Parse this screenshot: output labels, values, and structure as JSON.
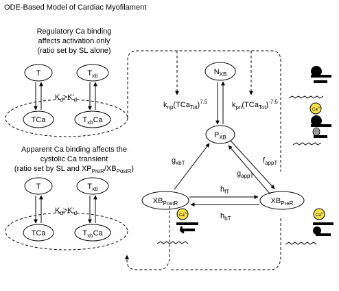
{
  "title": "ODE-Based Model of Cardiac Myofilament",
  "top_panel": {
    "caption_lines": [
      "Regulatory Ca binding",
      "affects activation only",
      "(ratio set by SL alone)"
    ],
    "states": {
      "T": "T",
      "Txb_main": "T",
      "Txb_sub": "xb",
      "TCa": "TCa",
      "TxbCa_main": "T",
      "TxbCa_sub": "xb",
      "TxbCa_end": "Ca"
    },
    "kd": {
      "k": "K",
      "sub": "d",
      "rel": ">K'",
      "sub2": "d"
    }
  },
  "bottom_panel": {
    "caption_line1": "Apparent Ca binding affects the",
    "caption_line2": "cystolic Ca transient",
    "caption_line3": {
      "a": "(ratio set by SL and XP",
      "b": "PreR",
      "c": "/XB",
      "d": "PostR",
      "e": ")"
    },
    "states": {
      "T": "T",
      "Txb_main": "T",
      "Txb_sub": "xb",
      "TCa": "TCa",
      "TxbCa_main": "T",
      "TxbCa_sub": "xb",
      "TxbCa_end": "Ca"
    },
    "kd": {
      "k": "K",
      "sub": "d",
      "rel": ">K'",
      "sub2": "d"
    }
  },
  "cycle": {
    "N": {
      "main": "N",
      "sub": "XB"
    },
    "P": {
      "main": "P",
      "sub": "XB"
    },
    "PostR": {
      "main": "XB",
      "sub": "PostR"
    },
    "PreR": {
      "main": "XB",
      "sub": "PreR"
    },
    "knp": {
      "k": "k",
      "ks": "np",
      "a": "(TCa",
      "as": "Tot",
      "b": ")",
      "exp": "7.5"
    },
    "kpn": {
      "k": "k",
      "ks": "pn",
      "a": "(TCa",
      "as": "Tot",
      "b": ")",
      "exp": "-7.5"
    },
    "gxbT": {
      "main": "g",
      "sub": "xbT"
    },
    "fappT": {
      "main": "f",
      "sub": "appT"
    },
    "gappT": {
      "main": "g",
      "sub": "appT"
    },
    "hfT": {
      "main": "h",
      "sub": "fT"
    },
    "hbT": {
      "main": "h",
      "sub": "bT"
    }
  },
  "ca_badge": {
    "main": "Ca",
    "sup": "2+"
  }
}
